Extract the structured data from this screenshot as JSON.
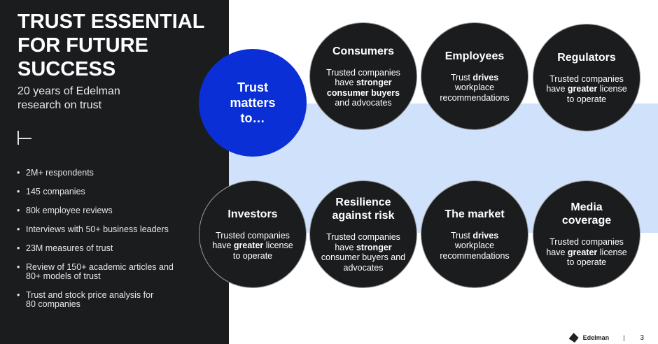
{
  "left": {
    "title": "TRUST ESSENTIAL FOR FUTURE SUCCESS",
    "subtitle": "20 years of Edelman research on trust",
    "bullets": [
      "2M+ respondents",
      "145 companies",
      "80k employee reviews",
      "Interviews with 50+ business leaders",
      "23M measures of trust",
      "Review of 150+ academic articles and 80+ models of trust",
      "Trust and stock price analysis for 80 companies"
    ]
  },
  "center": {
    "title": "Trust matters to…"
  },
  "circles": [
    {
      "title": "Consumers",
      "pre": "Trusted companies have ",
      "bold": "stronger consumer buyers",
      "post": " and advocates"
    },
    {
      "title": "Employees",
      "pre": "Trust ",
      "bold": "drives",
      "post": " workplace recommendations"
    },
    {
      "title": "Regulators",
      "pre": "Trusted companies have ",
      "bold": "greater",
      "post": " license to operate"
    },
    {
      "title": "Investors",
      "pre": "Trusted companies have ",
      "bold": "greater",
      "post": " license to operate"
    },
    {
      "title": "Resilience against risk",
      "pre": "Trusted companies have ",
      "bold": "stronger",
      "post": " consumer buyers and advocates"
    },
    {
      "title": "The market",
      "pre": "Trust ",
      "bold": "drives",
      "post": " workplace recommendations"
    },
    {
      "title": "Media coverage",
      "pre": "Trusted companies have ",
      "bold": "greater",
      "post": " license to operate"
    }
  ],
  "footer": {
    "brand": "Edelman",
    "page": "3"
  },
  "colors": {
    "dark": "#1a1c1e",
    "blue": "#0a2fd6",
    "band": "#cfe1fb"
  }
}
